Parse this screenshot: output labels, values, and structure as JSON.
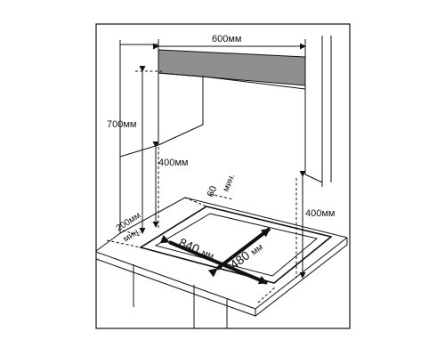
{
  "labels": {
    "width_600": "600мм",
    "height_700": "700мм",
    "height_400_left": "400мм",
    "height_400_right": "400мм",
    "min_60": "60",
    "min_60_unit": "мин.",
    "min_200": "200мм",
    "min_200_unit": "мин.",
    "cutout_840": "840",
    "cutout_840_unit": "мм",
    "cutout_480": "480",
    "cutout_480_unit": "мм"
  },
  "colors": {
    "line": "#111111",
    "hood": "#8f8f8f",
    "background": "#ffffff"
  }
}
